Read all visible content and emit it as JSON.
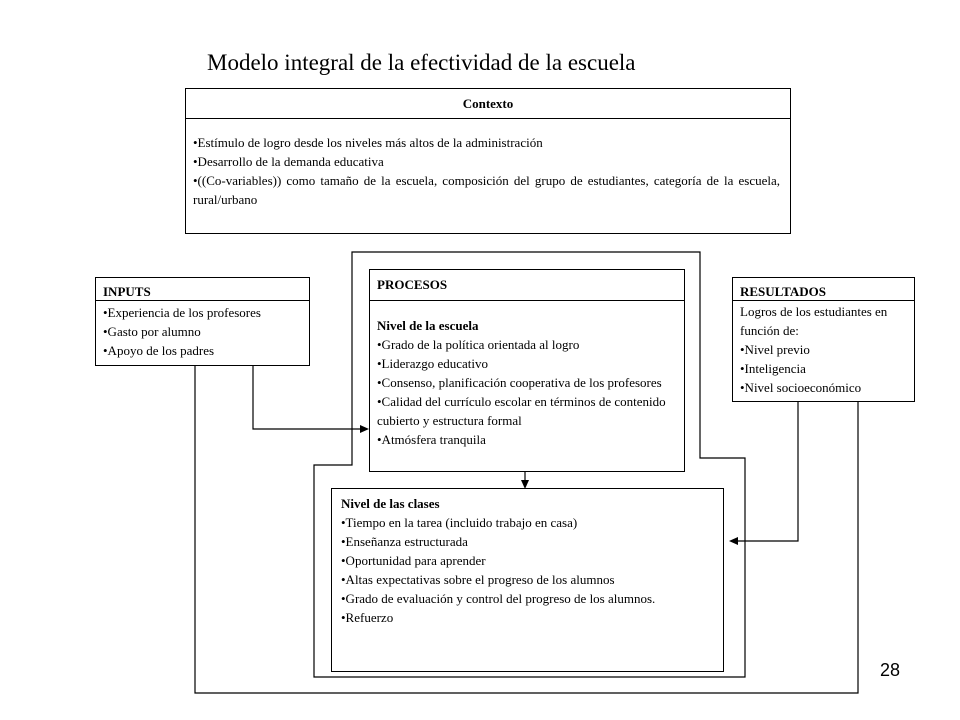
{
  "title": "Modelo integral de la efectividad de la escuela",
  "contexto": {
    "heading": "Contexto",
    "items": [
      "•Estímulo de logro desde los niveles más altos de la administración",
      "•Desarrollo de la demanda educativa",
      "•((Co-variables)) como tamaño de la escuela, composición del grupo de estudiantes, categoría de la escuela, rural/urbano"
    ]
  },
  "inputs": {
    "heading": "INPUTS",
    "items": [
      "•Experiencia de los profesores",
      "•Gasto por alumno",
      "•Apoyo de los padres"
    ]
  },
  "procesos": {
    "heading": "PROCESOS",
    "subheading": "Nivel de la escuela",
    "items": [
      "•Grado de la política orientada al logro",
      "•Liderazgo educativo",
      "•Consenso, planificación cooperativa de los profesores",
      "•Calidad del currículo escolar en términos de contenido cubierto y estructura formal",
      "•Atmósfera tranquila"
    ]
  },
  "resultados": {
    "heading": "RESULTADOS",
    "intro": "Logros de los estudiantes en función de:",
    "items": [
      "•Nivel previo",
      "•Inteligencia",
      "•Nivel socioeconómico"
    ]
  },
  "clases": {
    "subheading": "Nivel de las clases",
    "items": [
      "•Tiempo en la tarea (incluido trabajo en casa)",
      "•Enseñanza estructurada",
      "•Oportunidad para aprender",
      "•Altas expectativas sobre el progreso de los alumnos",
      "•Grado de evaluación y control del progreso de los alumnos.",
      "•Refuerzo"
    ]
  },
  "page_number": "28"
}
